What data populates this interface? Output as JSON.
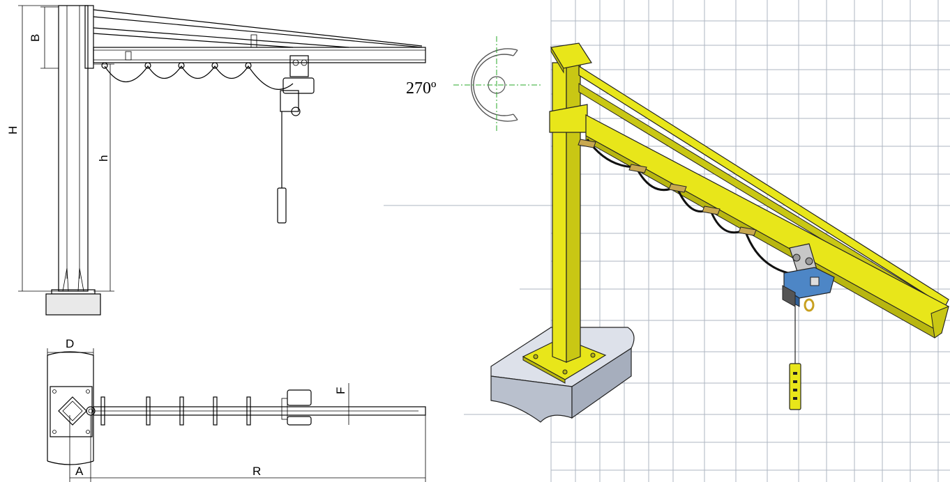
{
  "elevation_view": {
    "dim_B": "B",
    "dim_H": "H",
    "dim_h": "h"
  },
  "plan_view": {
    "dim_D": "D",
    "dim_F": "F",
    "dim_A": "A",
    "dim_R": "R"
  },
  "rotation": {
    "angle_label": "270º"
  },
  "colors": {
    "crane_yellow": "#e8e61a",
    "crane_yellow_dark": "#b8b610",
    "hoist_blue": "#4d86c6",
    "base_gray": "#c7cdd8",
    "grid_line": "#aeb6c2",
    "axis_green": "#2aa82a"
  }
}
